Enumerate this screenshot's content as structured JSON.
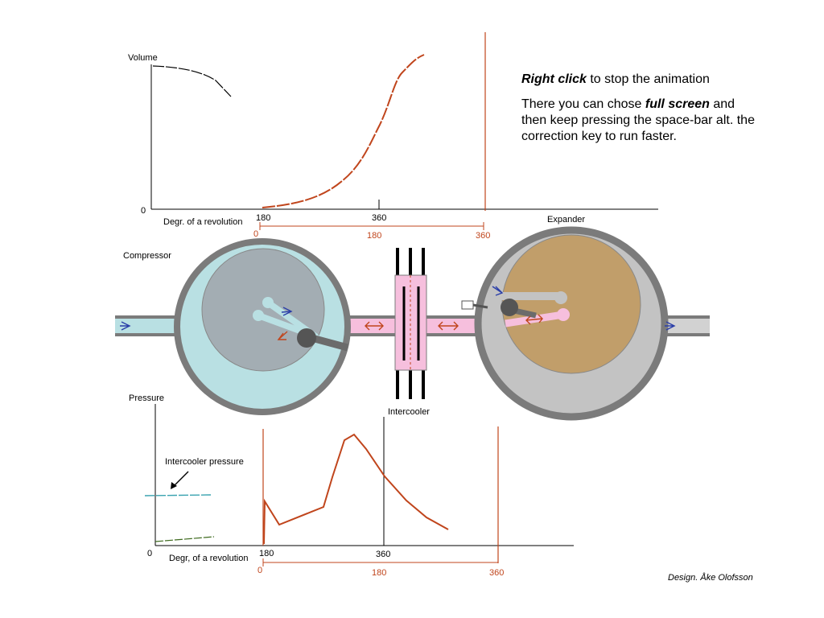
{
  "instructions": {
    "line1_bold": "Right click",
    "line1_rest": " to stop the animation",
    "line2_a": "There you can chose ",
    "line2_bold": "full screen",
    "line2_b": " and then keep pressing the space-bar alt. the correction key to run faster."
  },
  "volume_chart": {
    "ylabel": "Volume",
    "y_zero": "0",
    "xlabel": "Degr. of a revolution",
    "x_ticks_black": [
      "180",
      "360"
    ],
    "x_ticks_orange": [
      "0",
      "180",
      "360"
    ]
  },
  "pressure_chart": {
    "ylabel": "Pressure",
    "y_zero": "0",
    "xlabel": "Degr, of a revolution",
    "annotation": "Intercooler pressure",
    "x_ticks_black": [
      "180",
      "360"
    ],
    "x_ticks_orange": [
      "0",
      "180",
      "360"
    ]
  },
  "machine": {
    "compressor_label": "Compressor",
    "intercooler_label": "Intercooler",
    "expander_label": "Expander"
  },
  "credit": "Design. Åke Olofsson",
  "colors": {
    "orange": "#c0451c",
    "compressor_fill": "#b9e0e3",
    "expander_fill": "#c19e6a",
    "intercooler_fill": "#f6bfdd",
    "casing": "#7b7b7b"
  }
}
